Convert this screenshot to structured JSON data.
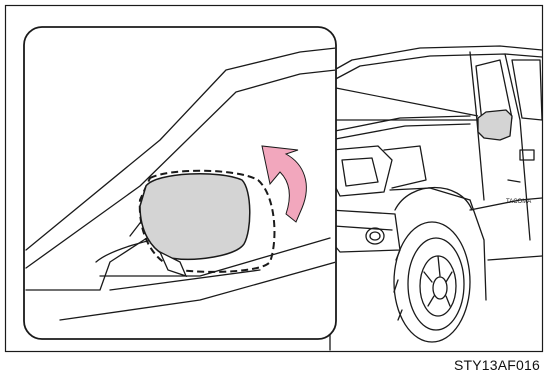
{
  "figure": {
    "code": "STY13AF016",
    "brand_text": "TACOMA",
    "colors": {
      "line": "#1a1a1a",
      "arrow": "#f2a7bd",
      "mirror_fill": "#d4d4d4",
      "inset_bg": "#ffffff"
    },
    "icons": [
      "pink-curved-arrow",
      "folded-mirror-outline",
      "truck-illustration"
    ]
  }
}
